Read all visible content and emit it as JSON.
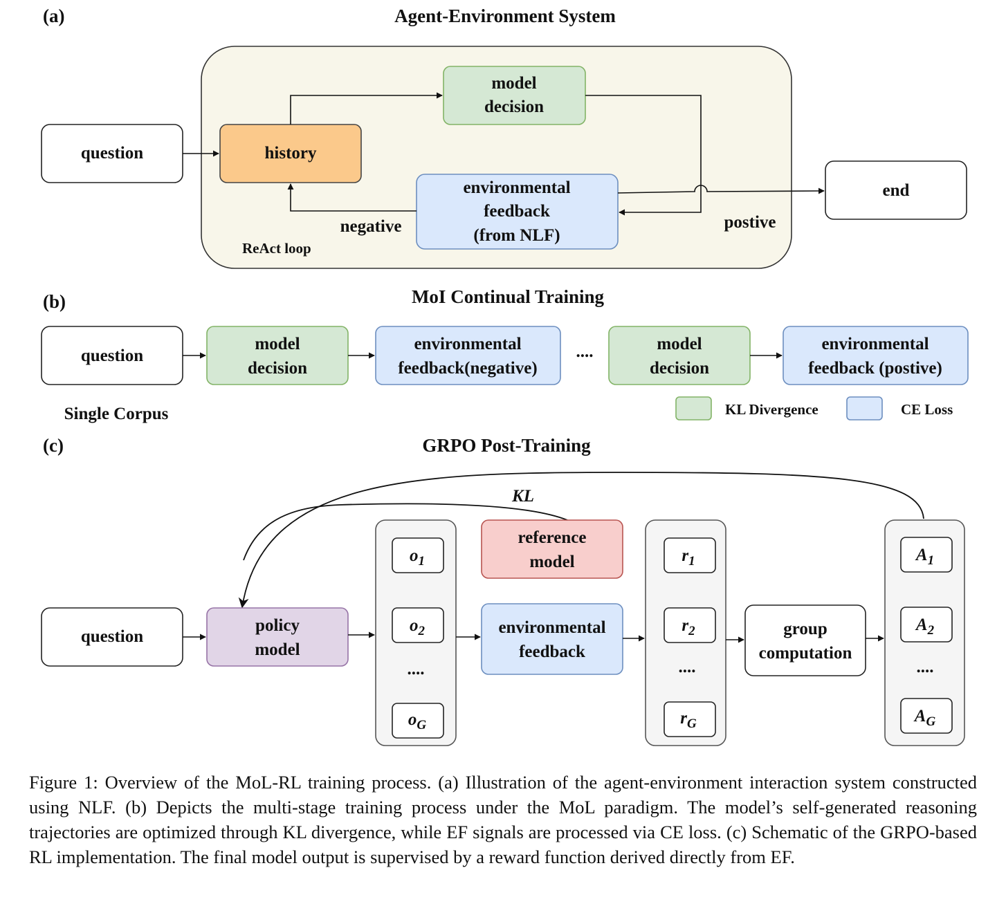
{
  "panel_a": {
    "label": "(a)",
    "title": "Agent-Environment System",
    "question": "question",
    "history": "history",
    "model_decision": [
      "model",
      "decision"
    ],
    "env_feedback": [
      "environmental",
      "feedback",
      "(from NLF)"
    ],
    "end": "end",
    "negative": "negative",
    "positive": "postive",
    "loop_label": "ReAct loop"
  },
  "panel_b": {
    "label": "(b)",
    "title": "MoI Continual Training",
    "question": "question",
    "model_decision_1": [
      "model",
      "decision"
    ],
    "env_feedback_neg": [
      "environmental",
      "feedback(negative)"
    ],
    "dots": "....",
    "model_decision_2": [
      "model",
      "decision"
    ],
    "env_feedback_pos": [
      "environmental",
      "feedback (postive)"
    ],
    "corpus_label": "Single Corpus",
    "legend": [
      {
        "label": "KL Divergence",
        "color": "#d5e8d4"
      },
      {
        "label": "CE Loss",
        "color": "#dae8fc"
      }
    ]
  },
  "panel_c": {
    "label": "(c)",
    "title": "GRPO Post-Training",
    "kl_label": "KL",
    "question": "question",
    "policy_model": [
      "policy",
      "model"
    ],
    "reference_model": [
      "reference",
      "model"
    ],
    "env_feedback": [
      "environmental",
      "feedback"
    ],
    "group_computation": [
      "group",
      "computation"
    ],
    "outputs": [
      "o",
      "o",
      "o"
    ],
    "output_subs": [
      "1",
      "2",
      "G"
    ],
    "rewards": [
      "r",
      "r",
      "r"
    ],
    "reward_subs": [
      "1",
      "2",
      "G"
    ],
    "advantages": [
      "A",
      "A",
      "A"
    ],
    "advantage_subs": [
      "1",
      "2",
      "G"
    ],
    "dots": "...."
  },
  "caption": "Figure 1: Overview of the MoL-RL training process. (a) Illustration of the agent-environment interaction system constructed using NLF. (b) Depicts the multi-stage training process under the MoL paradigm. The model’s self-generated reasoning trajectories are optimized through KL divergence, while EF signals are processed via CE loss. (c) Schematic of the GRPO-based RL implementation. The final model output is supervised by a reward function derived directly from EF.",
  "colors": {
    "green_fill": "#d5e8d4",
    "green_stroke": "#82b366",
    "blue_fill": "#dae8fc",
    "blue_stroke": "#6c8ebf",
    "orange_fill": "#fbc98b",
    "purple_fill": "#e1d5e7",
    "purple_stroke": "#9673a6",
    "red_fill": "#f8cecc",
    "red_stroke": "#b85450",
    "panel_fill": "#f8f6ea",
    "group_fill": "#f5f5f5"
  }
}
